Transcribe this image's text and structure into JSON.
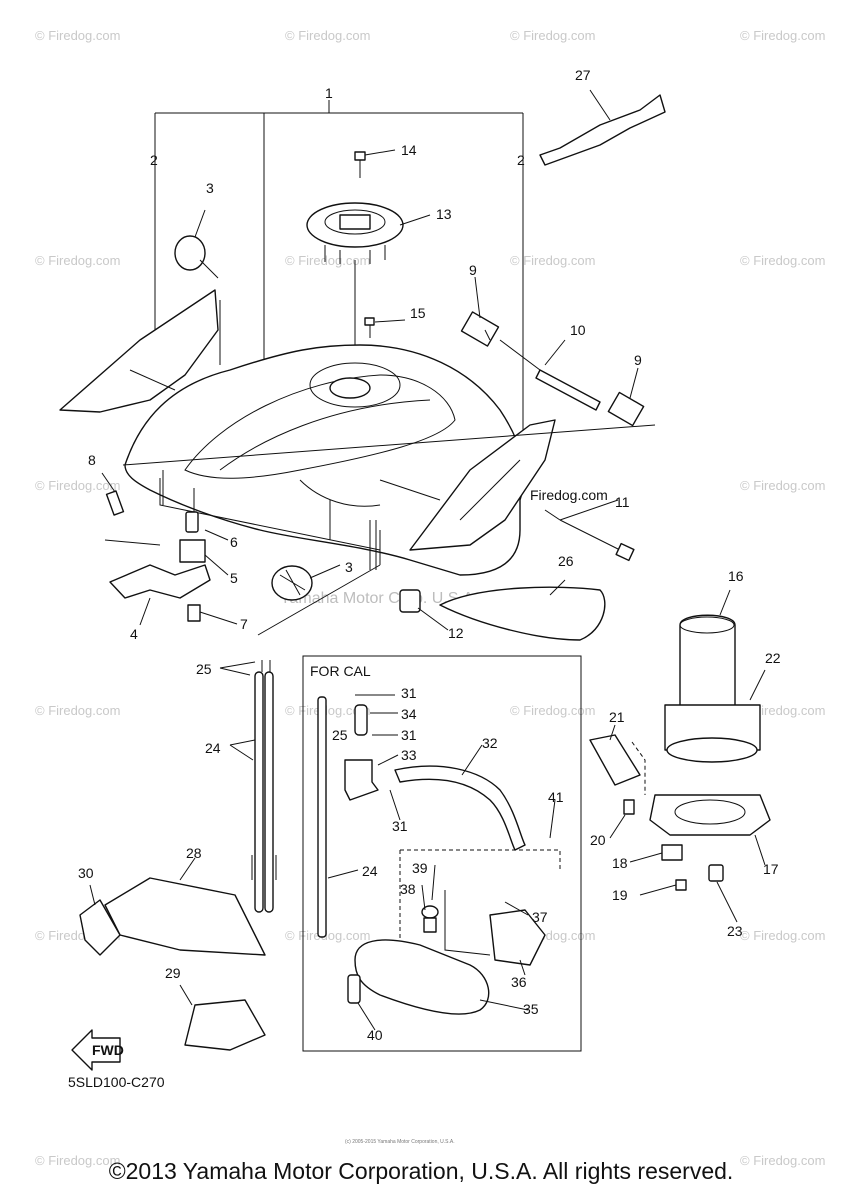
{
  "watermark": {
    "site": "© Firedog.com",
    "site_plain": "Firedog.com",
    "corp": "Yamaha Motor Corp. U.S.A."
  },
  "diagram": {
    "callouts": [
      "1",
      "2",
      "2",
      "3",
      "3",
      "4",
      "5",
      "6",
      "7",
      "8",
      "9",
      "9",
      "10",
      "11",
      "12",
      "13",
      "14",
      "15",
      "16",
      "17",
      "18",
      "19",
      "20",
      "21",
      "22",
      "23",
      "24",
      "24",
      "25",
      "25",
      "26",
      "27",
      "28",
      "29",
      "30",
      "31",
      "31",
      "31",
      "32",
      "33",
      "34",
      "35",
      "36",
      "37",
      "38",
      "39",
      "40",
      "41"
    ],
    "for_cal_label": "FOR CAL",
    "fwd_label": "FWD",
    "diagram_code": "5SLD100-C270",
    "small_print": "(c) 2005-2015 Yamaha Motor Corporation, U.S.A."
  },
  "footer": {
    "copyright": "©2013 Yamaha Motor Corporation, U.S.A. All rights reserved."
  }
}
